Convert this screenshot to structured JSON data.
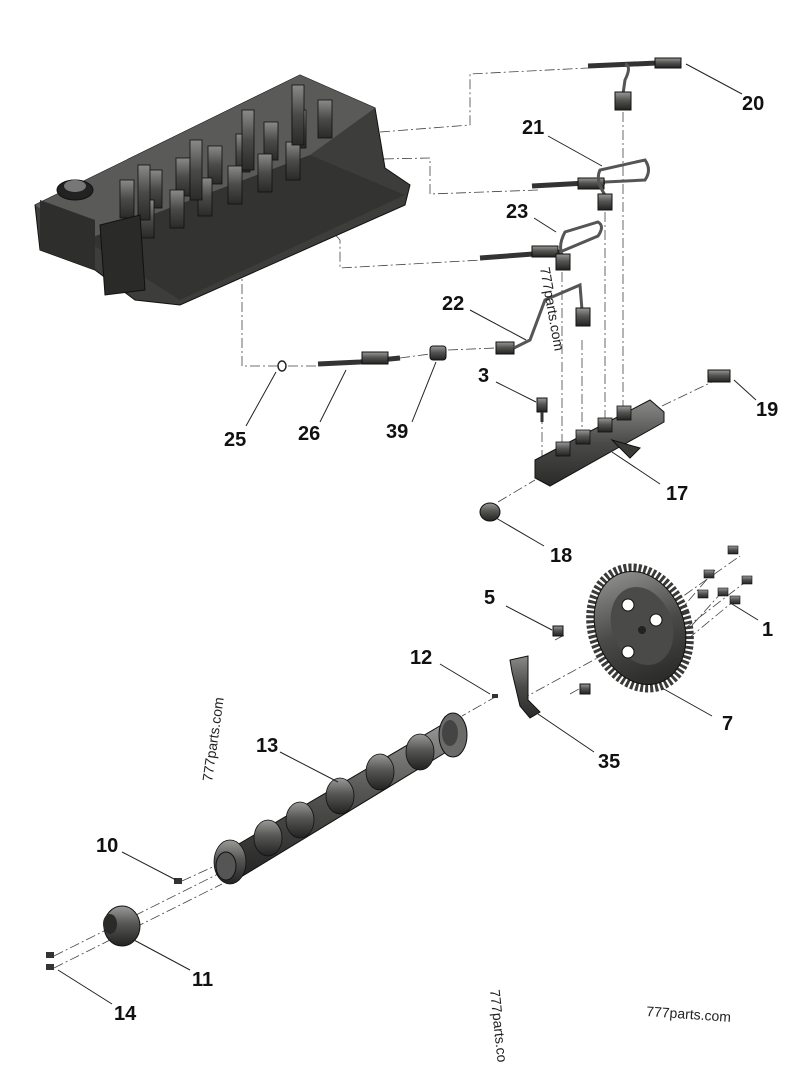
{
  "diagram": {
    "callouts": [
      "20",
      "21",
      "23",
      "22",
      "3",
      "19",
      "17",
      "18",
      "25",
      "26",
      "39",
      "5",
      "1",
      "12",
      "7",
      "35",
      "13",
      "10",
      "11",
      "14"
    ],
    "watermarks": [
      "777parts.com",
      "777parts.com",
      "777parts.com",
      "777parts.co"
    ]
  }
}
